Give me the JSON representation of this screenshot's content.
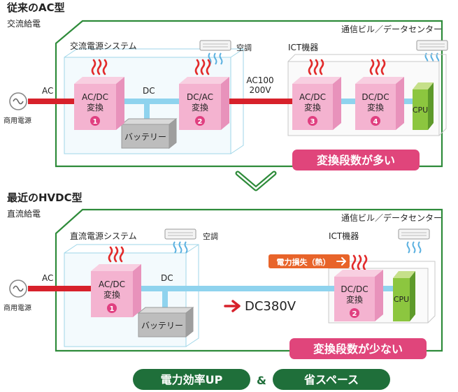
{
  "colors": {
    "green": "#2e8b3a",
    "dark_green": "#1f6f3a",
    "pink_label": "#e0457b",
    "ac_red": "#d7212b",
    "dc_blue": "#8fd3ee",
    "box_pink_front": "#f4b3d0",
    "box_pink_top": "#f8cfe1",
    "box_pink_side": "#e892bb",
    "circle_pink": "#e03f80",
    "cpu_green": "#8cc63f",
    "battery_gray": "#bdbdbd",
    "loss_orange": "#e8642a",
    "heat_red": "#e22b2b"
  },
  "top": {
    "title": "従来のAC型",
    "feed_type": "交流給電",
    "building_label": "通信ビル／データセンター",
    "power_system_label": "交流電源システム",
    "aircon_label": "空調",
    "ict_label": "ICT機器",
    "commercial_power": "商用電源",
    "ac_label": "AC",
    "dc_label": "DC",
    "ac100_line1": "AC100",
    "ac100_line2": "200V",
    "conv1_line1": "AC/DC",
    "conv1_line2": "変換",
    "conv1_num": "1",
    "conv2_line1": "DC/AC",
    "conv2_line2": "変換",
    "conv2_num": "2",
    "conv3_line1": "AC/DC",
    "conv3_line2": "変換",
    "conv3_num": "3",
    "conv4_line1": "DC/DC",
    "conv4_line2": "変換",
    "conv4_num": "4",
    "battery": "バッテリー",
    "cpu": "CPU",
    "conclusion": "変換段数が多い"
  },
  "bottom": {
    "title": "最近のHVDC型",
    "feed_type": "直流給電",
    "building_label": "通信ビル／データセンター",
    "power_system_label": "直流電源システム",
    "aircon_label": "空調",
    "ict_label": "ICT機器",
    "commercial_power": "商用電源",
    "ac_label": "AC",
    "dc_label": "DC",
    "dc380": "DC380V",
    "loss_label": "電力損失（熱）",
    "conv1_line1": "AC/DC",
    "conv1_line2": "変換",
    "conv1_num": "1",
    "conv2_line1": "DC/DC",
    "conv2_line2": "変換",
    "conv2_num": "2",
    "battery": "バッテリー",
    "cpu": "CPU",
    "conclusion": "変換段数が少ない"
  },
  "footer": {
    "badge_left": "電力効率UP",
    "ampersand": "&",
    "badge_right": "省スペース"
  }
}
